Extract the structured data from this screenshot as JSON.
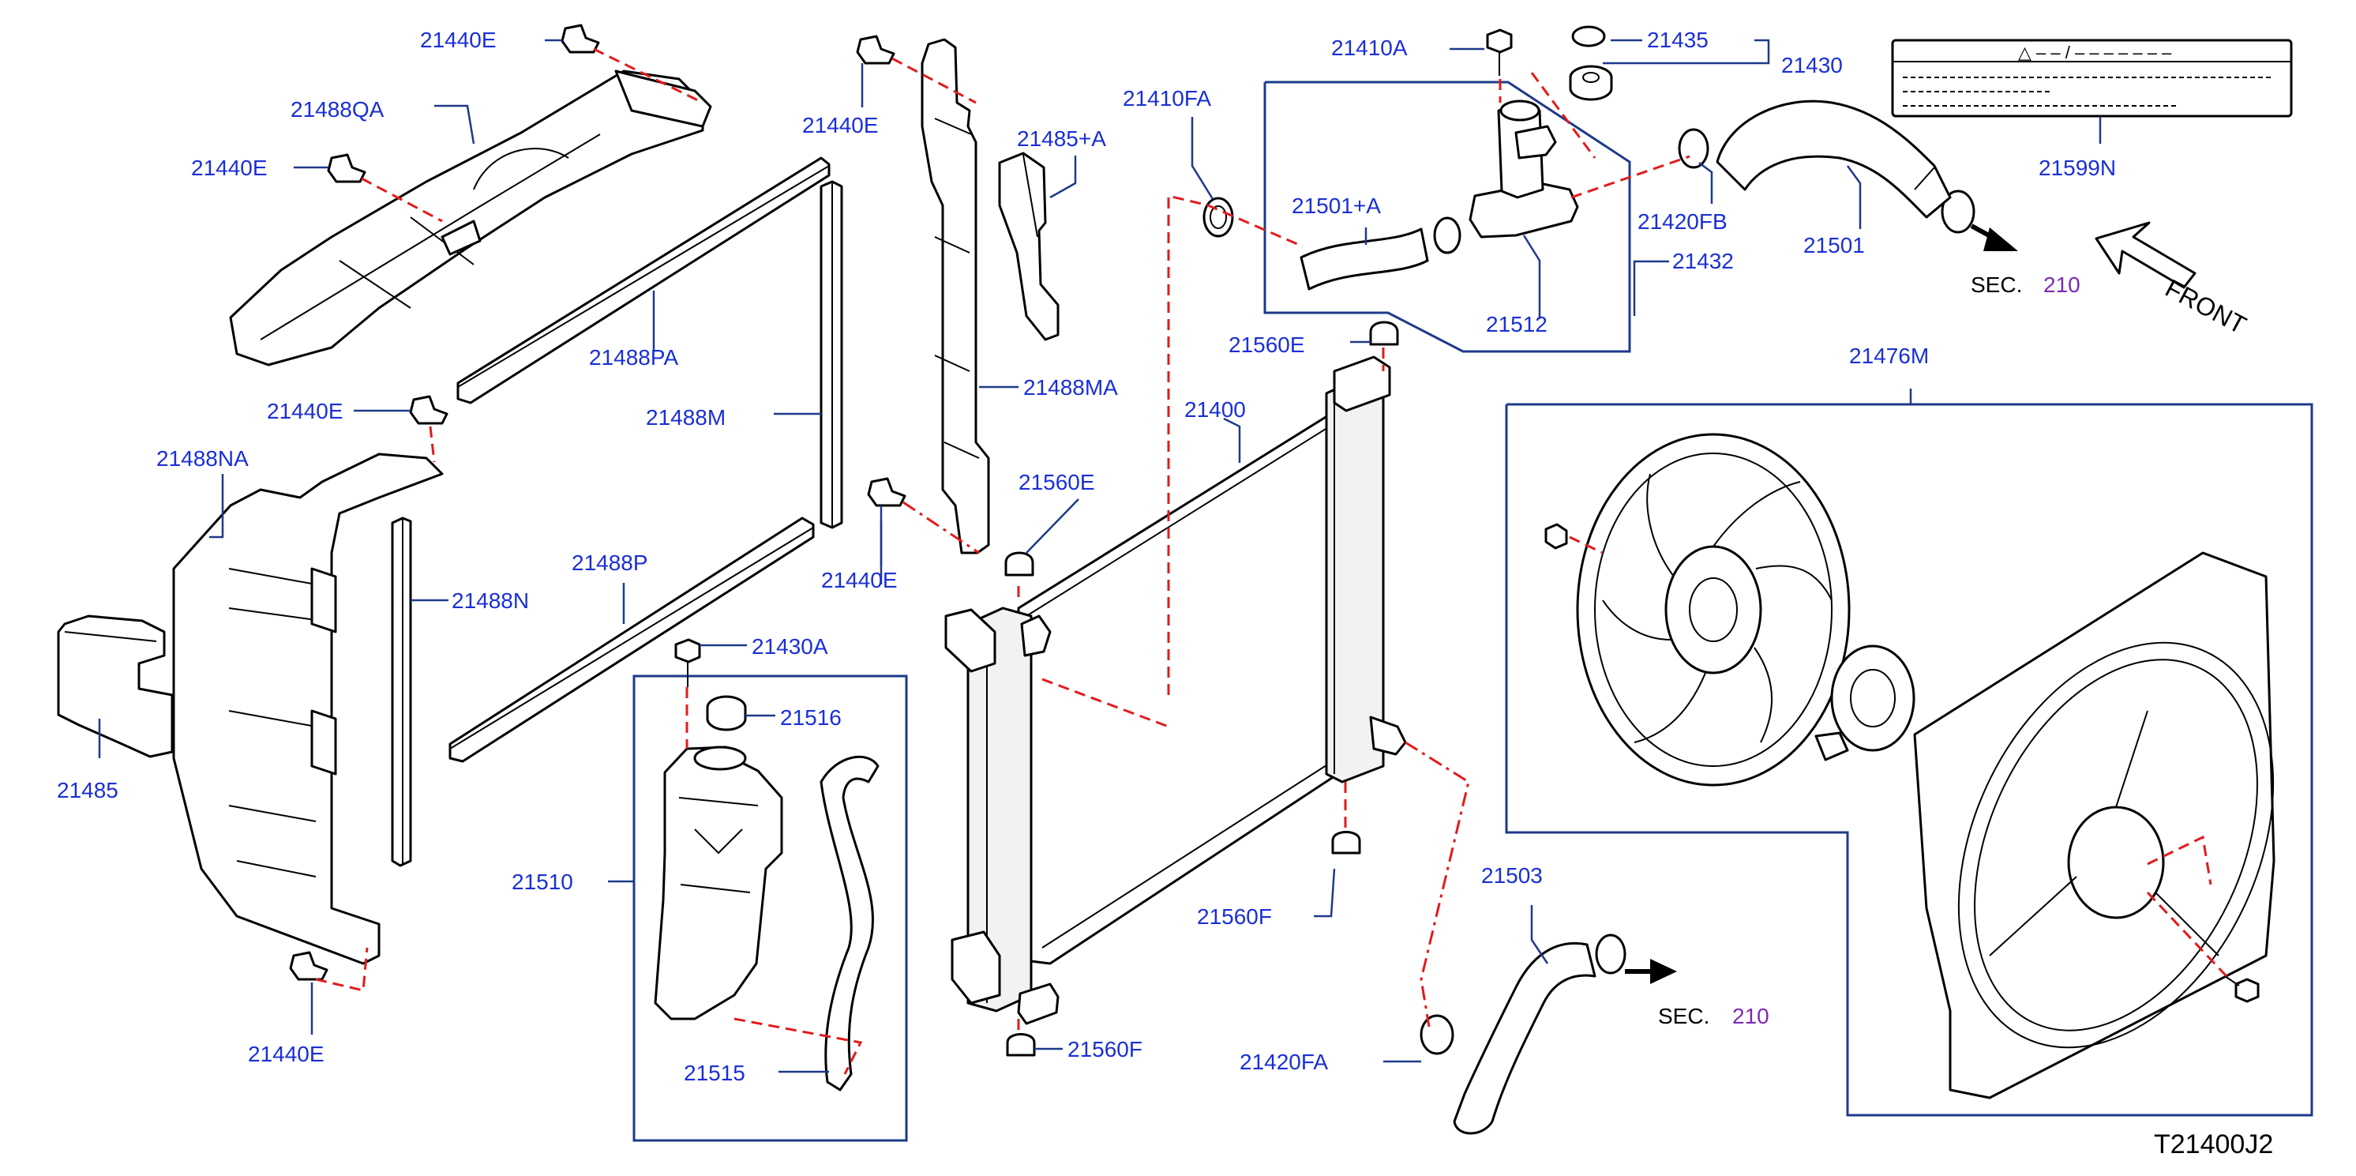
{
  "labels": {
    "l_21440E_a": "21440E",
    "l_21488QA": "21488QA",
    "l_21440E_b": "21440E",
    "l_21440E_c": "21440E",
    "l_21485A": "21485+A",
    "l_21410FA": "21410FA",
    "l_21410A": "21410A",
    "l_21435": "21435",
    "l_21430": "21430",
    "l_21501A": "21501+A",
    "l_21420FB": "21420FB",
    "l_21501": "21501",
    "l_21599N": "21599N",
    "l_21432": "21432",
    "l_21512": "21512",
    "l_21488PA": "21488PA",
    "l_21560E_a": "21560E",
    "l_21476M": "21476M",
    "l_21440E_d": "21440E",
    "l_21488MA": "21488MA",
    "l_21400": "21400",
    "l_21488M": "21488M",
    "l_21488NA": "21488NA",
    "l_21560E_b": "21560E",
    "l_21440E_e": "21440E",
    "l_21488P": "21488P",
    "l_21488N": "21488N",
    "l_21430A": "21430A",
    "l_21516": "21516",
    "l_21485": "21485",
    "l_21510": "21510",
    "l_21503": "21503",
    "l_21560F_a": "21560F",
    "l_21560F_b": "21560F",
    "l_21420FA": "21420FA",
    "l_21515": "21515",
    "l_21440E_f": "21440E"
  },
  "sec_refs": [
    {
      "prefix": "SEC.",
      "number": "210"
    },
    {
      "prefix": "SEC.",
      "number": "210"
    }
  ],
  "front_label": "FRONT",
  "caution_label_symbol": "△ – – / – – – – – – –",
  "diagram_code": "T21400J2",
  "colors": {
    "callout": "#1a2fd6",
    "leader": "#1d3a8a",
    "phantom": "#e21b1b",
    "sec_number": "#7a2bb5"
  }
}
